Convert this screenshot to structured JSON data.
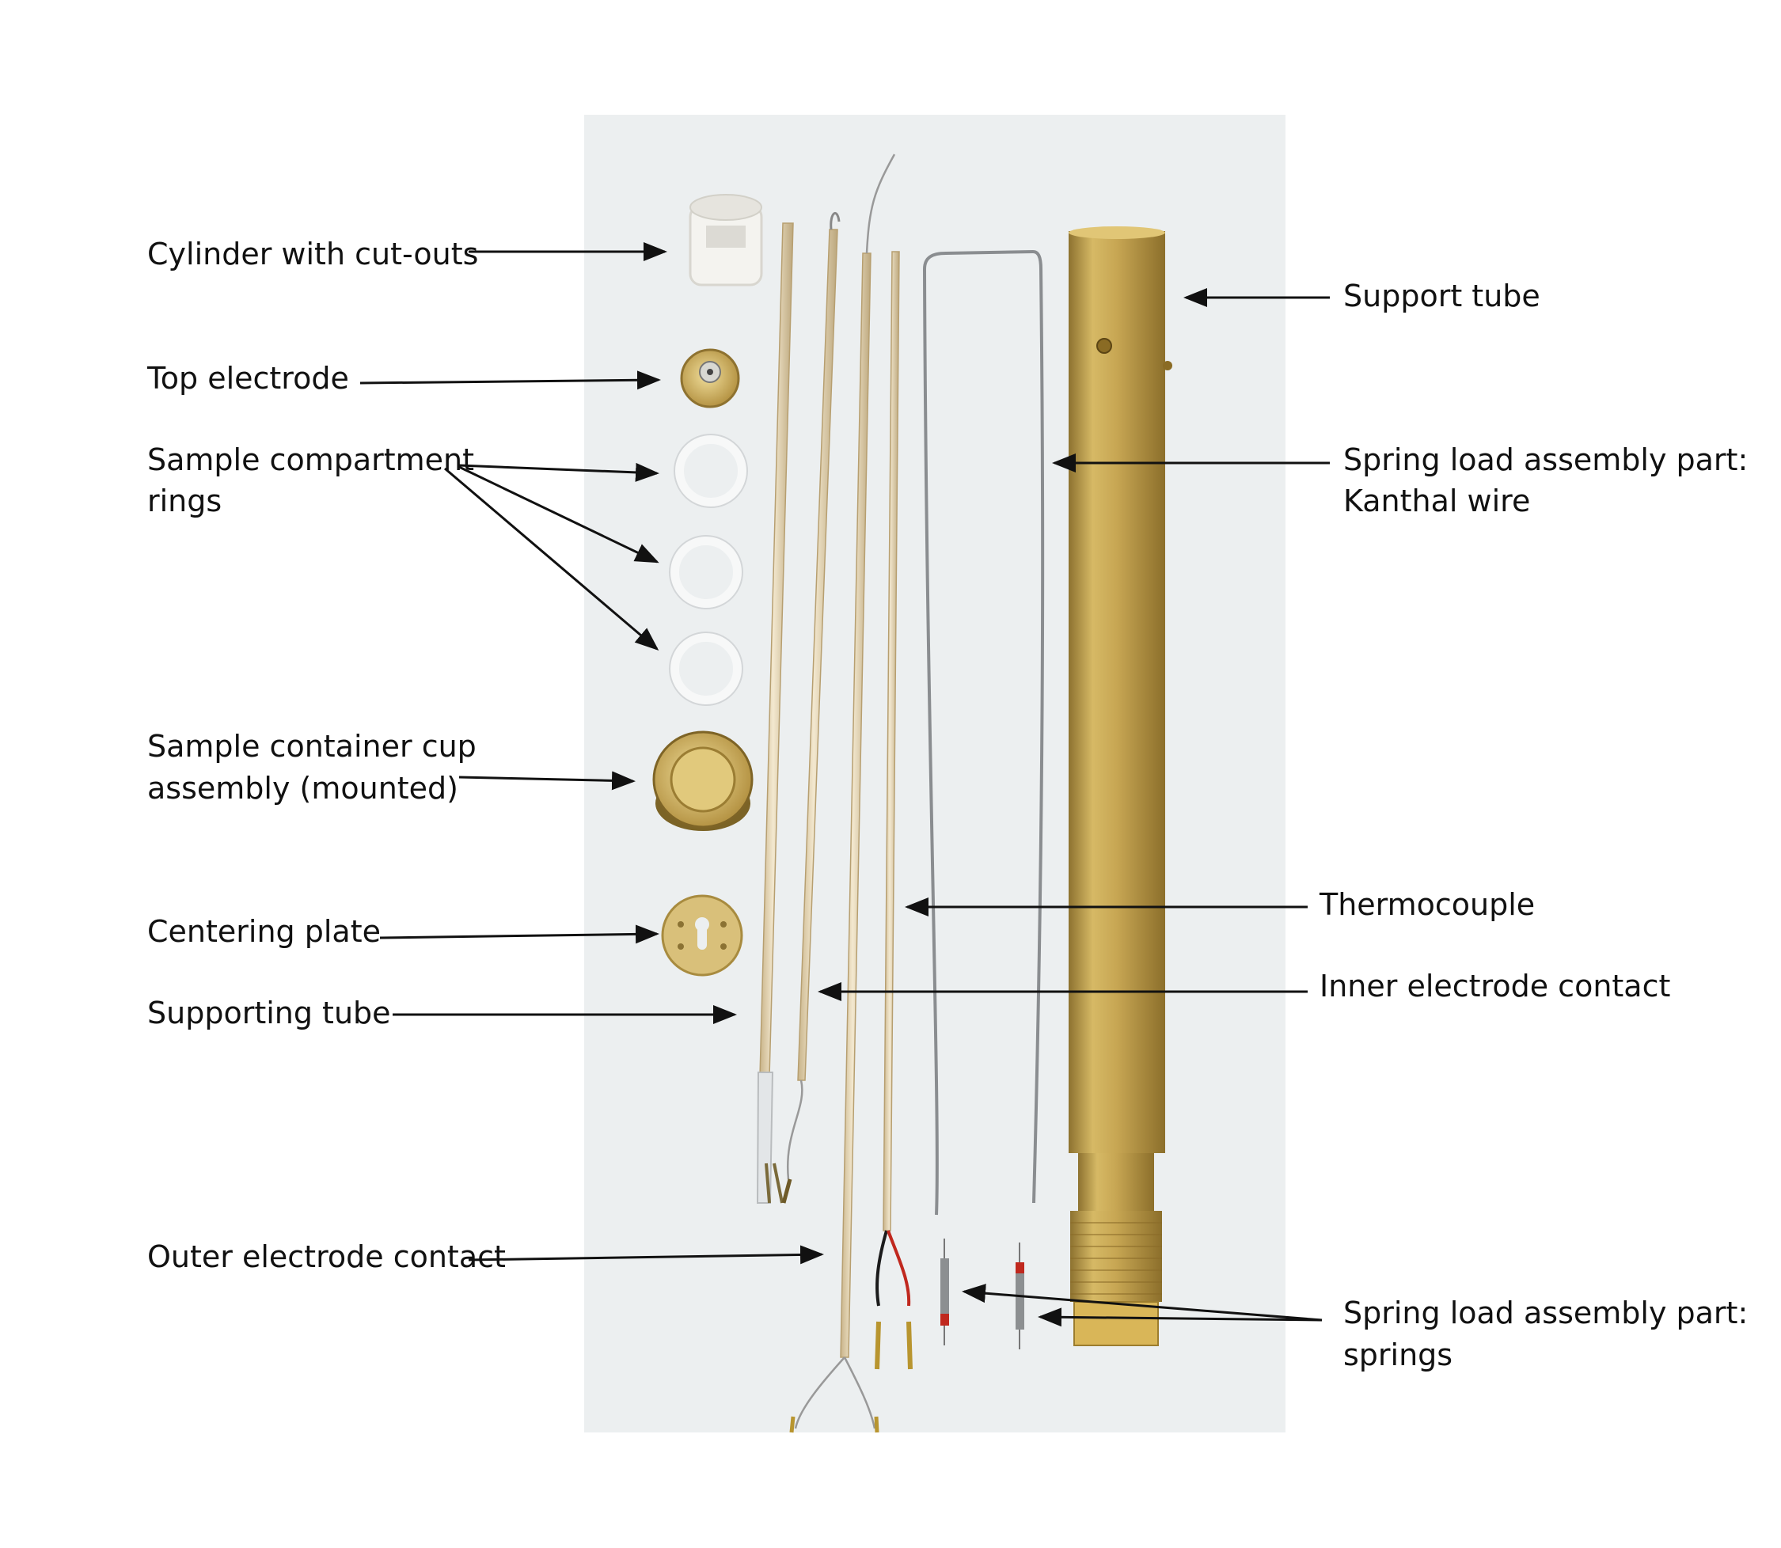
{
  "labels": {
    "cylinder": "Cylinder with cut-outs",
    "top_electrode": "Top electrode",
    "rings_line1": "Sample compartment",
    "rings_line2": "rings",
    "cup_line1": "Sample container cup",
    "cup_line2": "assembly (mounted)",
    "centering_plate": "Centering plate",
    "supporting_tube": "Supporting tube",
    "outer_electrode": "Outer electrode contact",
    "support_tube": "Support tube",
    "kanthal_line1": "Spring load assembly part:",
    "kanthal_line2": "Kanthal wire",
    "thermocouple": "Thermocouple",
    "inner_electrode": "Inner electrode contact",
    "springs_line1": "Spring load assembly part:",
    "springs_line2": "springs"
  },
  "colors": {
    "photo_background": "#eceff0",
    "brass": "#c9a84e",
    "ceramic": "#e9dcc0",
    "ring": "#f6f7f7",
    "arrow": "#111111"
  }
}
